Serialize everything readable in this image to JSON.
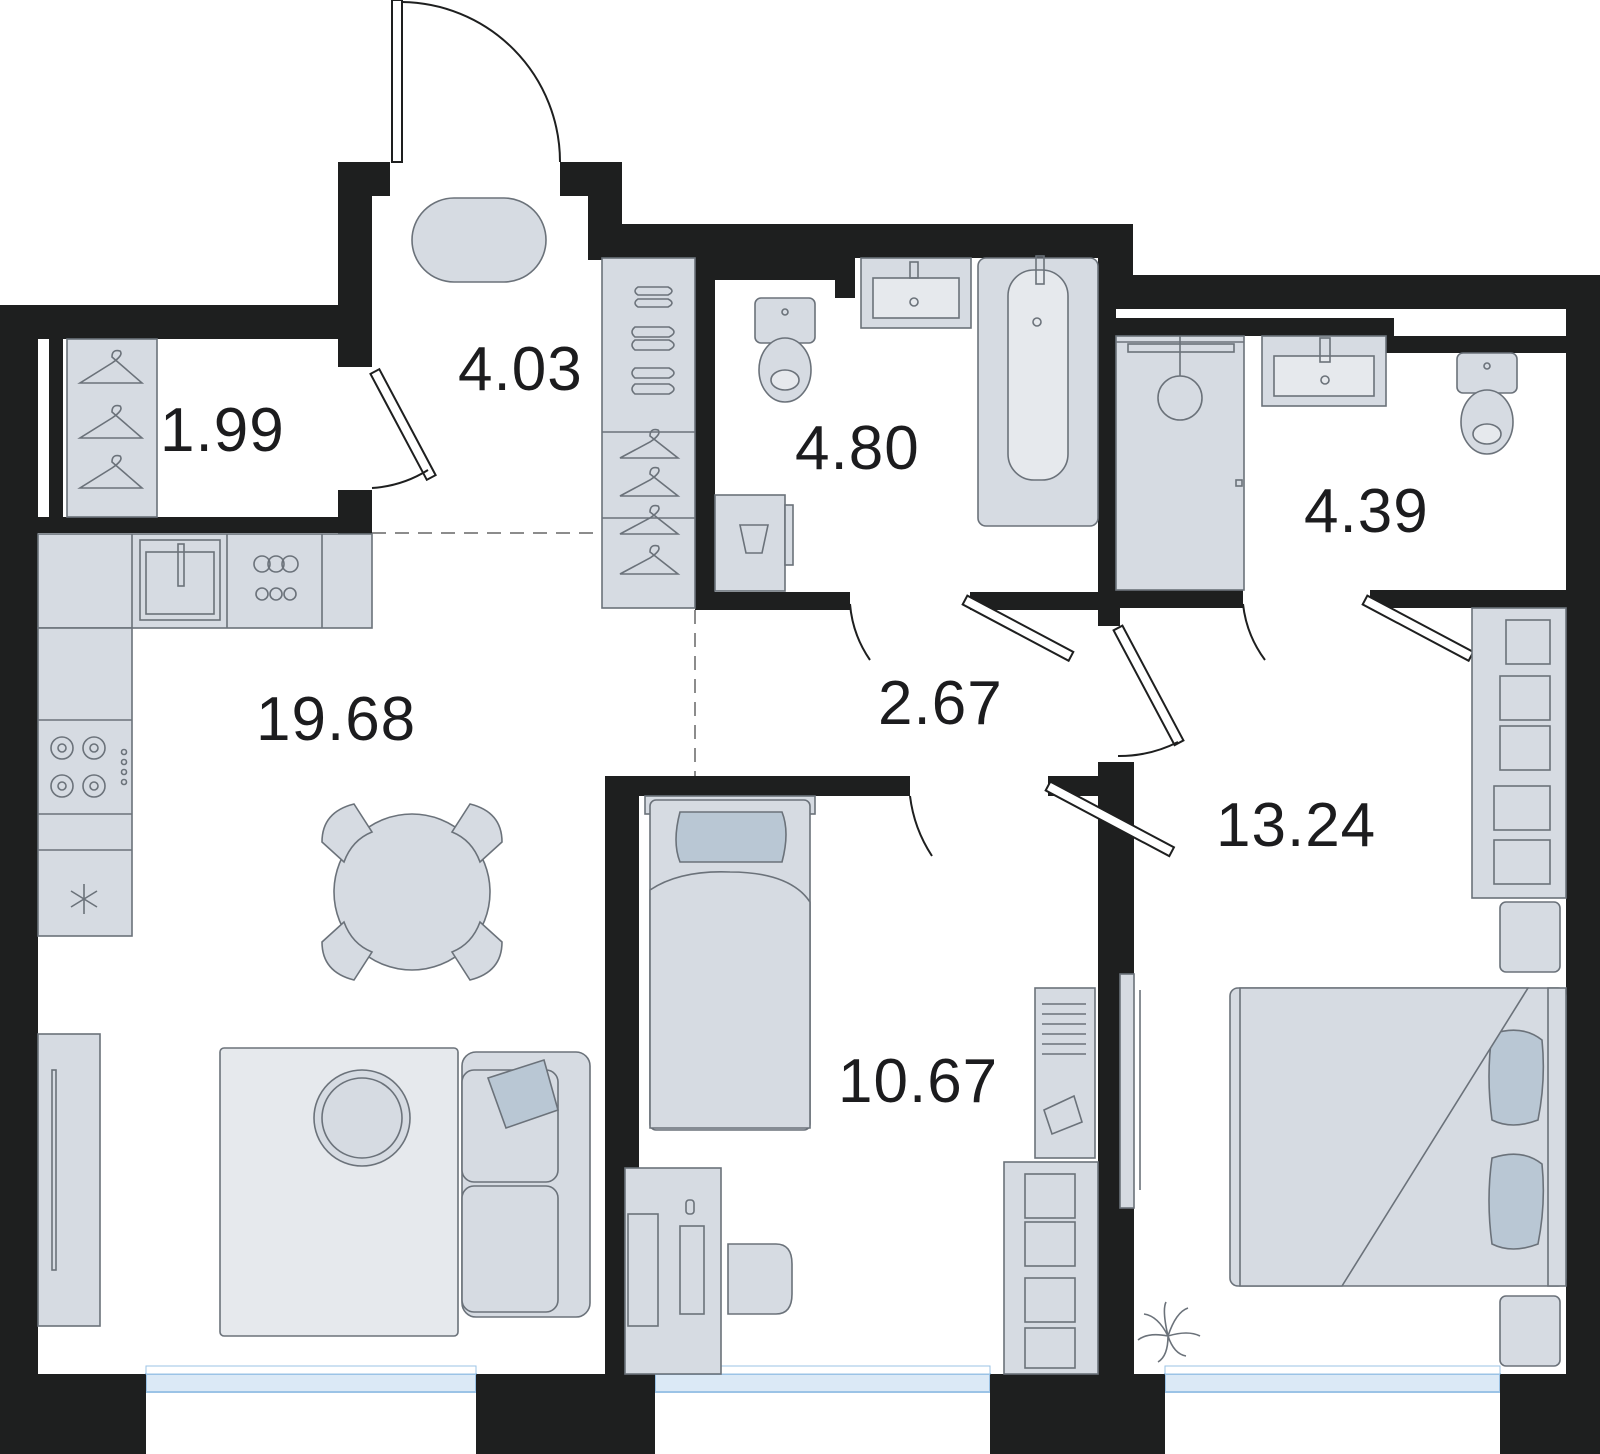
{
  "rooms": {
    "storage": {
      "area": "1.99"
    },
    "hallway": {
      "area": "4.03"
    },
    "bathroom": {
      "area": "4.80"
    },
    "shower_room": {
      "area": "4.39"
    },
    "corridor": {
      "area": "2.67"
    },
    "kitchen_living": {
      "area": "19.68"
    },
    "bedroom_small": {
      "area": "10.67"
    },
    "bedroom_master": {
      "area": "13.24"
    }
  },
  "colors": {
    "wall": "#1e1f1f",
    "furniture": "#d6dbe2",
    "furniture_outline": "#6b727a",
    "window": "#dbe9f6",
    "background": "#ffffff"
  },
  "icons": [
    "hanger-icon",
    "shoes-icon",
    "snowflake-icon",
    "plant-icon",
    "faucet-icon"
  ]
}
